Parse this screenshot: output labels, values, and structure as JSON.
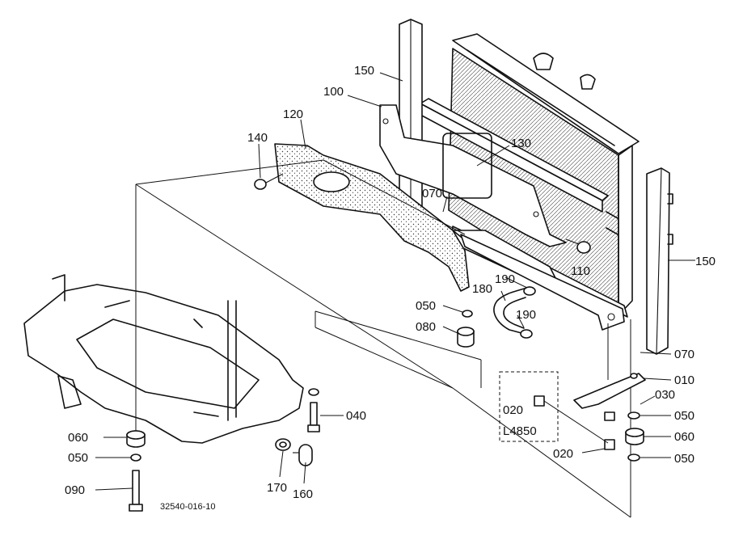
{
  "labels": {
    "p150a": "150",
    "p100": "100",
    "p120": "120",
    "p140": "140",
    "p130": "130",
    "p070a": "070",
    "p110": "110",
    "p150b": "150",
    "p190a": "190",
    "p180": "180",
    "p190b": "190",
    "p050a": "050",
    "p080": "080",
    "p070b": "070",
    "p010": "010",
    "p030": "030",
    "p050b": "050",
    "p060b": "060",
    "p050c": "050",
    "p020a": "020",
    "p020b": "020",
    "p040": "040",
    "p060a": "060",
    "p050d": "050",
    "p090": "090",
    "p170": "170",
    "p160": "160"
  },
  "inset_caption": "L4850",
  "drawing_number": "32540-016-10"
}
